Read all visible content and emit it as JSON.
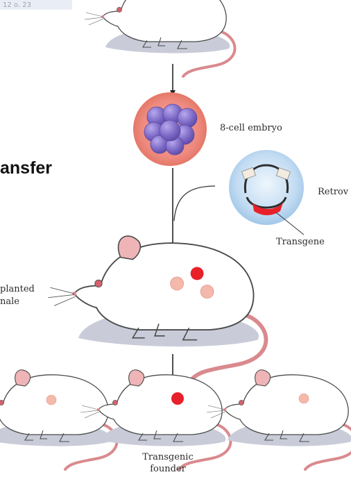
{
  "slide": {
    "corner_text": "12 o. 23",
    "heading_fragment": "ansfer"
  },
  "labels": {
    "embryo": "8-cell embryo",
    "retrovirus": "Retrov",
    "transgene": "Transgene",
    "surrogate_line1": "planted",
    "surrogate_line2": "nale",
    "founder_line1": "Transgenic",
    "founder_line2": "founder"
  },
  "colors": {
    "mouse_body": "#ffffff",
    "mouse_outline": "#4a4a4a",
    "shadow": "#c9ccd8",
    "tail": "#d98a8e",
    "ear": "#efb4b6",
    "transgene_red": "#e8202a",
    "mosaic_pink": "#f4b9aa",
    "embryo_halo": "#ef8c82",
    "embryo_cells": "#7e6bc4",
    "virus_blue": "#a9cdec",
    "arrow": "#222222"
  },
  "icons": [
    "mouse",
    "embryo",
    "retrovirus",
    "arrow"
  ]
}
